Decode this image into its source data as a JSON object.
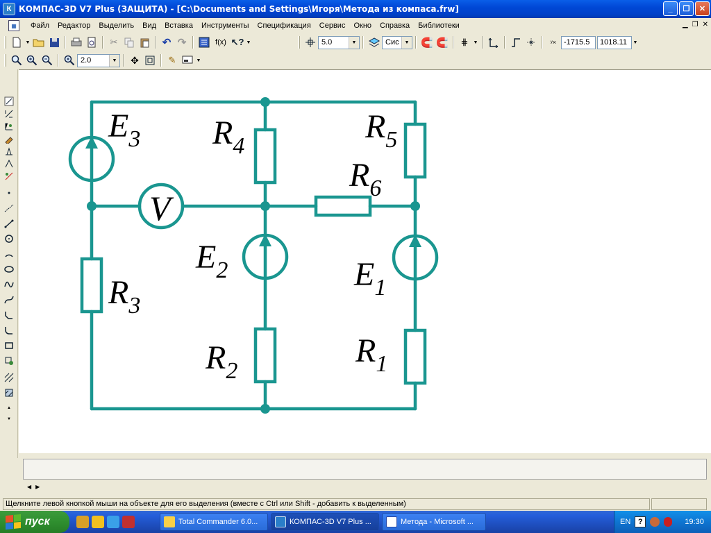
{
  "window": {
    "title": "КОМПАС-3D V7 Plus (ЗАЩИТА) - [C:\\Documents and Settings\\Игоря\\Метода из компаса.frw]",
    "app_icon": "К"
  },
  "menu": [
    "Файл",
    "Редактор",
    "Выделить",
    "Вид",
    "Вставка",
    "Инструменты",
    "Спецификация",
    "Сервис",
    "Окно",
    "Справка",
    "Библиотеки"
  ],
  "toolbar": {
    "step_value": "5.0",
    "system_value": "Сис",
    "coord_x": "-1715.5",
    "coord_y": "1018.11",
    "zoom_value": "2.0",
    "fx_label": "f(x)"
  },
  "circuit": {
    "stroke_color": "#1a9690",
    "labels": {
      "e3": {
        "main": "E",
        "sub": "3"
      },
      "r4": {
        "main": "R",
        "sub": "4"
      },
      "r5": {
        "main": "R",
        "sub": "5"
      },
      "r6": {
        "main": "R",
        "sub": "6"
      },
      "v": {
        "main": "V",
        "sub": ""
      },
      "e2": {
        "main": "E",
        "sub": "2"
      },
      "e1": {
        "main": "E",
        "sub": "1"
      },
      "r3": {
        "main": "R",
        "sub": "3"
      },
      "r2": {
        "main": "R",
        "sub": "2"
      },
      "r1": {
        "main": "R",
        "sub": "1"
      }
    }
  },
  "status": {
    "text": "Щелкните левой кнопкой мыши на объекте для его выделения (вместе с Ctrl или Shift - добавить к выделенным)"
  },
  "taskbar": {
    "start_label": "пуск",
    "tasks": [
      {
        "label": "Total Commander 6.0...",
        "active": false,
        "icon": "total-commander-icon"
      },
      {
        "label": "КОМПАС-3D V7 Plus ...",
        "active": true,
        "icon": "kompas-icon"
      },
      {
        "label": "Метода - Microsoft ...",
        "active": false,
        "icon": "word-icon"
      }
    ],
    "lang": "EN",
    "help": "?",
    "clock": "19:30"
  }
}
